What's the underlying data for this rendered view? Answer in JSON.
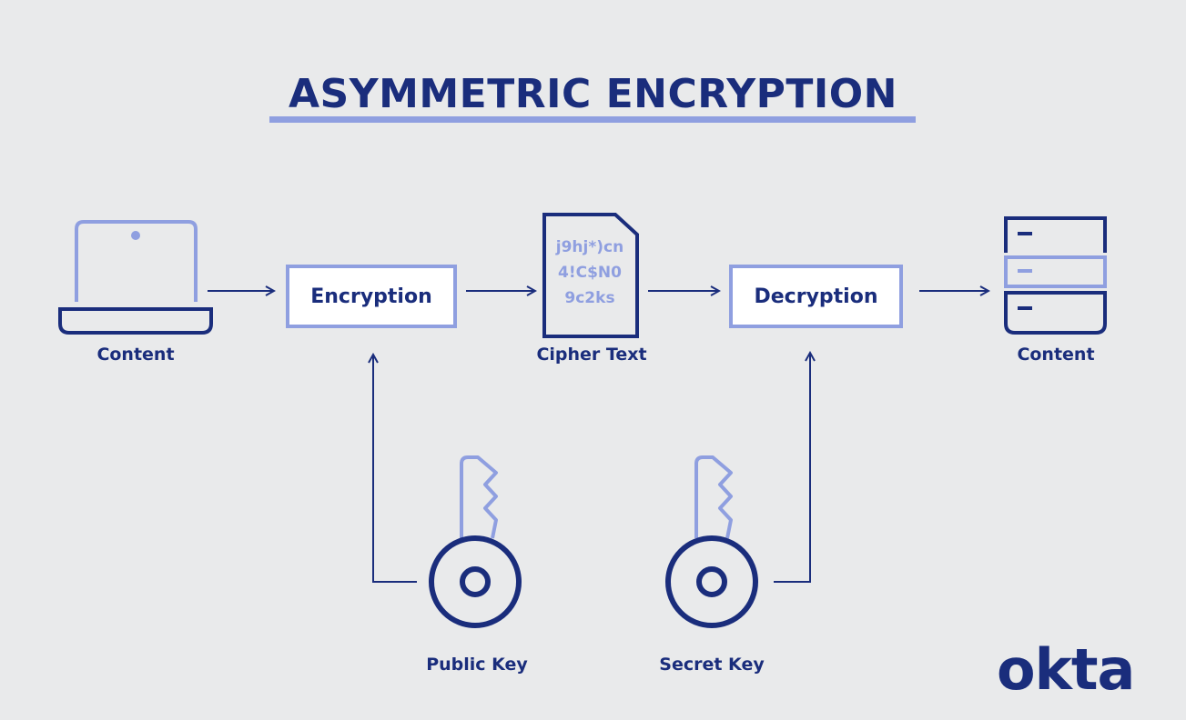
{
  "title": "ASYMMETRIC ENCRYPTION",
  "steps": {
    "source_label": "Content",
    "encryption_label": "Encryption",
    "cipher_label": "Cipher Text",
    "cipher_lines": [
      "j9hj*)cn",
      "4!C$N0",
      "9c2ks"
    ],
    "decryption_label": "Decryption",
    "destination_label": "Content"
  },
  "keys": {
    "public_label": "Public Key",
    "secret_label": "Secret Key"
  },
  "brand": {
    "logo_text": "okta"
  },
  "colors": {
    "background": "#e9eaeb",
    "navy": "#1a2d7c",
    "accent": "#8f9fe0"
  },
  "icons": [
    "laptop-icon",
    "document-icon",
    "server-icon",
    "key-icon"
  ]
}
